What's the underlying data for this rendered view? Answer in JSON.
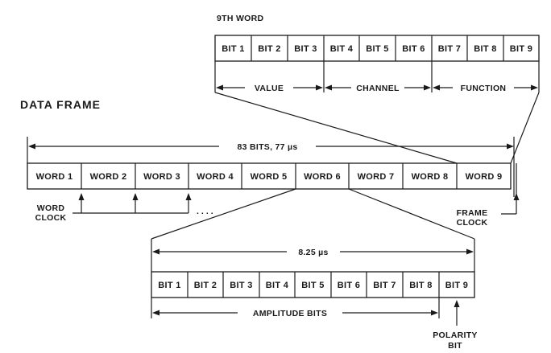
{
  "ninth_word": {
    "title": "9TH WORD",
    "bits": [
      "BIT 1",
      "BIT 2",
      "BIT 3",
      "BIT 4",
      "BIT 5",
      "BIT 6",
      "BIT 7",
      "BIT 8",
      "BIT 9"
    ],
    "groups": [
      "VALUE",
      "CHANNEL",
      "FUNCTION"
    ]
  },
  "data_frame": {
    "title": "DATA FRAME",
    "span_label": "83 BITS, 77 µs",
    "words": [
      "WORD 1",
      "WORD 2",
      "WORD 3",
      "WORD 4",
      "WORD 5",
      "WORD 6",
      "WORD 7",
      "WORD 8",
      "WORD 9"
    ],
    "word_clock_label": [
      "WORD",
      "CLOCK"
    ],
    "ellipsis": "....",
    "frame_clock_label": [
      "FRAME",
      "CLOCK"
    ]
  },
  "word_detail": {
    "span_label": "8.25 µs",
    "bits": [
      "BIT 1",
      "BIT 2",
      "BIT 3",
      "BIT 4",
      "BIT 5",
      "BIT 6",
      "BIT 7",
      "BIT 8",
      "BIT 9"
    ],
    "amplitude_label": "AMPLITUDE BITS",
    "polarity_label": [
      "POLARITY",
      "BIT"
    ]
  }
}
